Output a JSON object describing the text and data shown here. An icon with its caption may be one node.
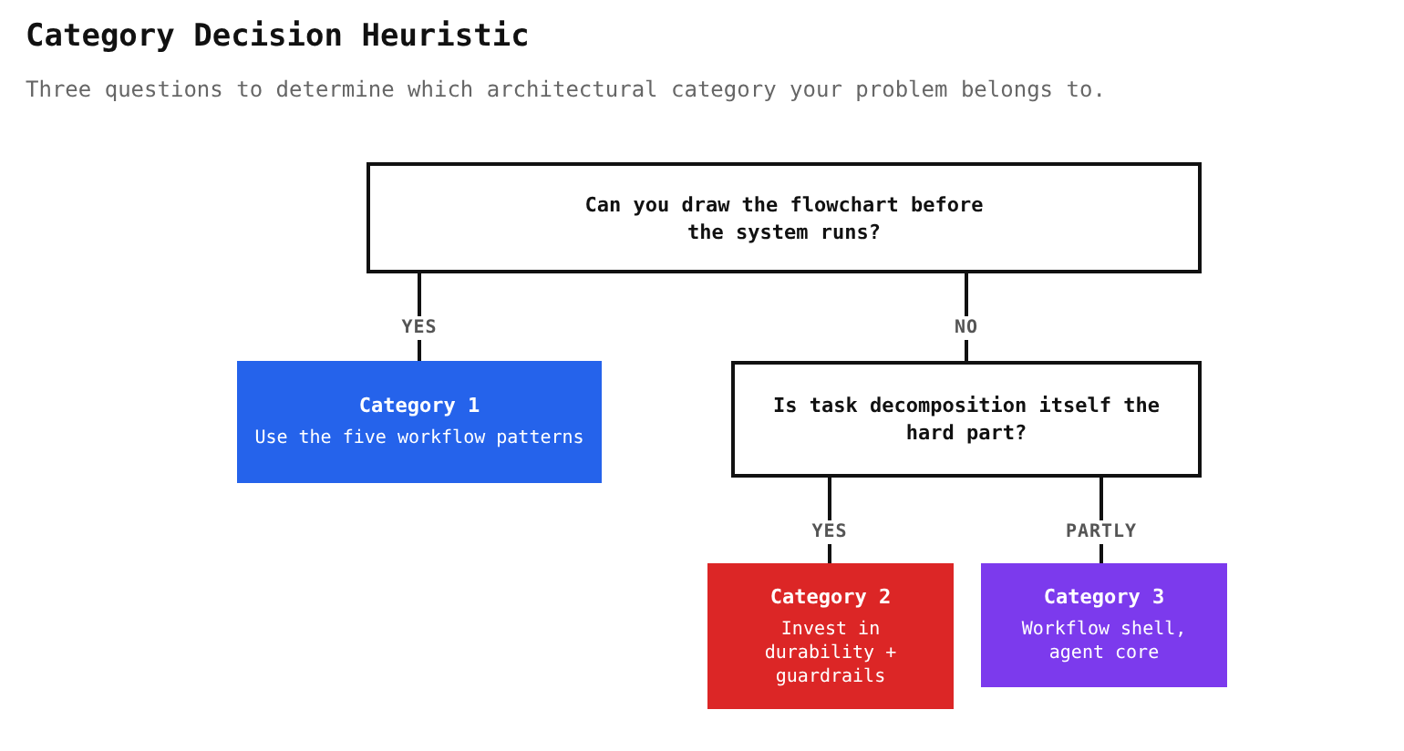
{
  "diagram": {
    "title": "Category Decision Heuristic",
    "caption": "Three questions to determine which architectural category your problem belongs to.",
    "nodes": [
      {
        "text": [
          "Can you draw the flowchart before the system runs?"
        ]
      },
      {
        "text": [
          "Category 1",
          "Use the five workflow patterns"
        ]
      },
      {
        "text": [
          "Is task decomposition itself the hard part?"
        ]
      },
      {
        "text": [
          "Category 2",
          "Invest in durability + guardrails"
        ]
      },
      {
        "text": [
          "Category 3",
          "Workflow shell, agent core"
        ]
      }
    ],
    "edges": [
      {
        "from": 0,
        "to": 1,
        "arrow": "none",
        "label": "YES"
      },
      {
        "from": 0,
        "to": 2,
        "arrow": "none",
        "label": "NO"
      },
      {
        "from": 2,
        "to": 3,
        "arrow": "none",
        "label": "YES"
      },
      {
        "from": 2,
        "to": 4,
        "arrow": "none",
        "label": "PARTLY"
      }
    ]
  }
}
